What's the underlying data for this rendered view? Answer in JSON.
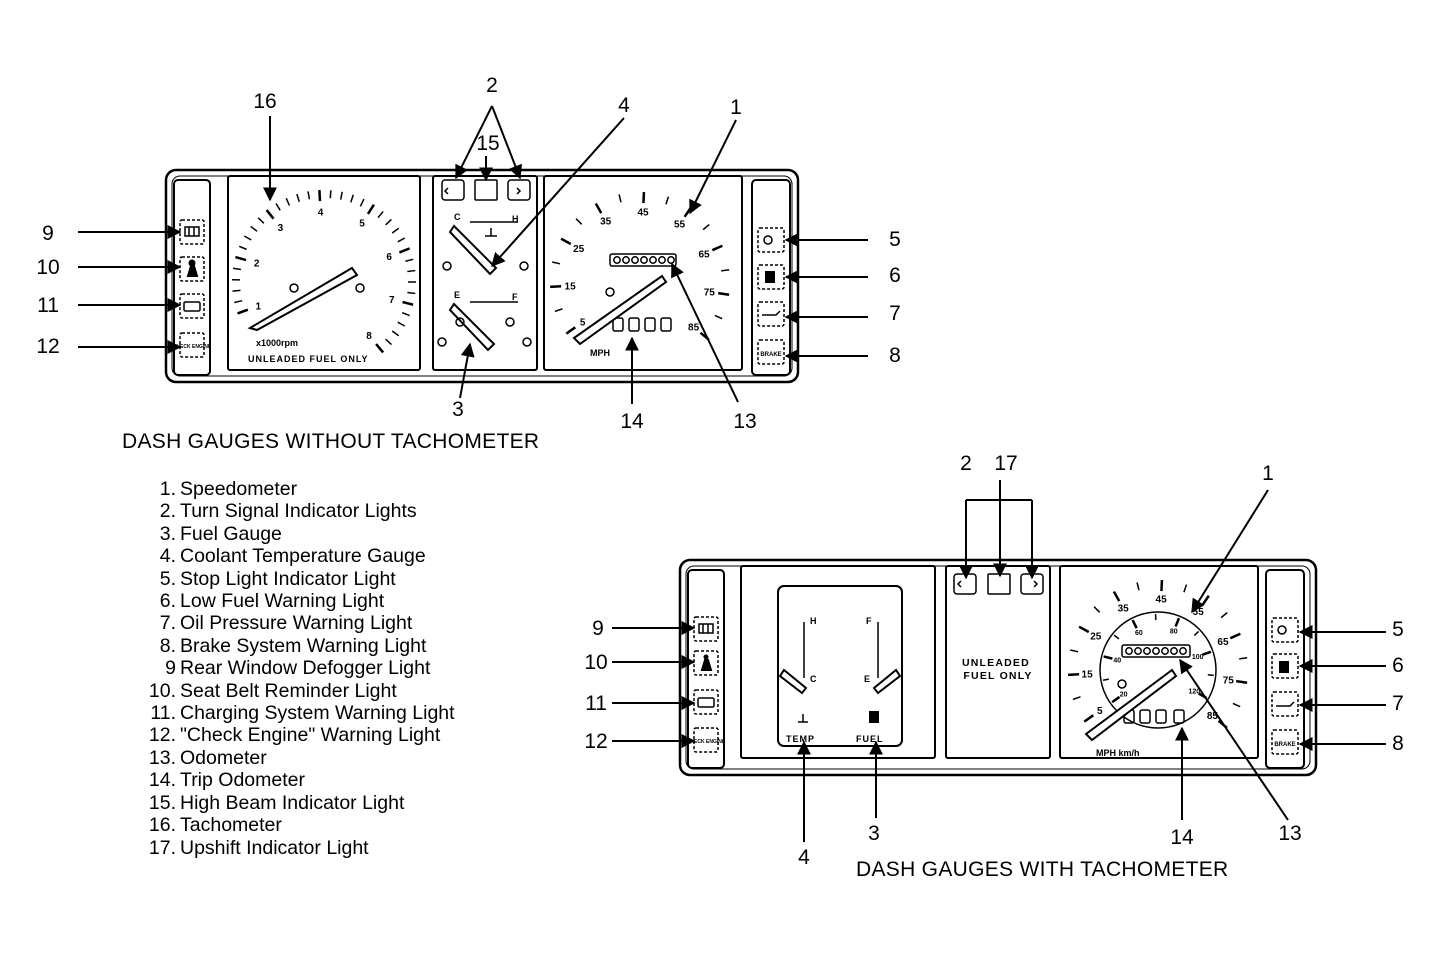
{
  "figure": {
    "top_caption": "DASH GAUGES WITHOUT TACHOMETER",
    "bottom_caption": "DASH GAUGES WITH TACHOMETER"
  },
  "legend": [
    {
      "number": "1.",
      "text": "Speedometer"
    },
    {
      "number": "2.",
      "text": "Turn Signal Indicator Lights"
    },
    {
      "number": "3.",
      "text": "Fuel Gauge"
    },
    {
      "number": "4.",
      "text": "Coolant Temperature Gauge"
    },
    {
      "number": "5.",
      "text": "Stop Light Indicator Light"
    },
    {
      "number": "6.",
      "text": "Low Fuel Warning Light"
    },
    {
      "number": "7.",
      "text": "Oil Pressure Warning Light"
    },
    {
      "number": "8.",
      "text": "Brake System Warning Light"
    },
    {
      "number": "9",
      "text": "Rear Window Defogger Light"
    },
    {
      "number": "10.",
      "text": "Seat Belt Reminder Light"
    },
    {
      "number": "11.",
      "text": "Charging System Warning Light"
    },
    {
      "number": "12.",
      "text": "\"Check Engine\" Warning Light"
    },
    {
      "number": "13.",
      "text": "Odometer"
    },
    {
      "number": "14.",
      "text": "Trip Odometer"
    },
    {
      "number": "15.",
      "text": "High Beam Indicator Light"
    },
    {
      "number": "16.",
      "text": "Tachometer"
    },
    {
      "number": "17.",
      "text": "Upshift Indicator Light"
    }
  ],
  "top_panel": {
    "callouts": {
      "c1": "1",
      "c2": "2",
      "c3": "3",
      "c4": "4",
      "c5": "5",
      "c6": "6",
      "c7": "7",
      "c8": "8",
      "c9": "9",
      "c10": "10",
      "c11": "11",
      "c12": "12",
      "c13": "13",
      "c14": "14",
      "c15": "15",
      "c16": "16"
    },
    "tachometer": {
      "ticks": [
        "1",
        "2",
        "3",
        "4",
        "5",
        "6",
        "7",
        "8"
      ],
      "unit": "x1000rpm",
      "fuel_note": "UNLEADED FUEL ONLY"
    },
    "speedometer": {
      "ticks": [
        "5",
        "15",
        "25",
        "35",
        "45",
        "55",
        "65",
        "75",
        "85"
      ],
      "unit": "MPH"
    },
    "temp_gauge": {
      "cold": "C",
      "hot": "H"
    },
    "fuel_gauge": {
      "empty": "E",
      "full": "F"
    },
    "brake_label": "BRAKE",
    "check_engine_label": "CHECK ENGINE"
  },
  "bottom_panel": {
    "callouts": {
      "c1": "1",
      "c2": "2",
      "c3": "3",
      "c4": "4",
      "c5": "5",
      "c6": "6",
      "c7": "7",
      "c8": "8",
      "c9": "9",
      "c10": "10",
      "c11": "11",
      "c12": "12",
      "c13": "13",
      "c14": "14",
      "c17": "17"
    },
    "speedometer": {
      "mph_ticks": [
        "5",
        "15",
        "25",
        "35",
        "45",
        "55",
        "65",
        "75",
        "85"
      ],
      "kmh_ticks": [
        "20",
        "40",
        "60",
        "80",
        "100",
        "120"
      ],
      "unit": "MPH km/h"
    },
    "temp_label": "TEMP",
    "fuel_label": "FUEL",
    "temp_gauge": {
      "cold": "C",
      "hot": "H"
    },
    "fuel_gauge": {
      "empty": "E",
      "full": "F"
    },
    "fuel_note": "UNLEADED FUEL ONLY",
    "brake_label": "BRAKE",
    "check_engine_label": "CHECK ENGINE"
  },
  "colors": {
    "ink": "#000000",
    "paper": "#ffffff"
  }
}
